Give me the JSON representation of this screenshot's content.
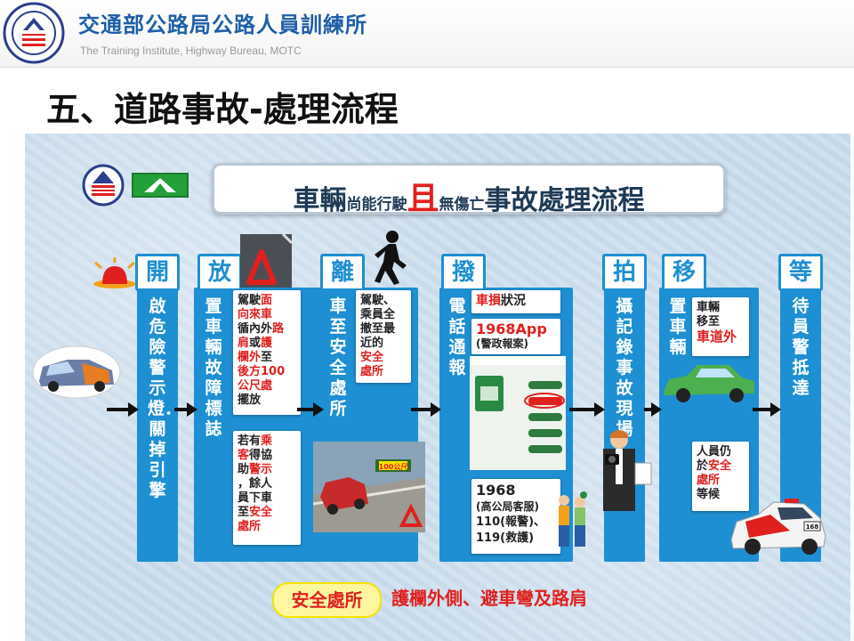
{
  "header": {
    "org_zh": "交通部公路局公路人員訓練所",
    "org_en": "The Training Institute, Highway Bureau,  MOTC"
  },
  "slide_title": "五、道路事故-處理流程",
  "flow_title": {
    "part1": "車輛",
    "part2": "尚能行駛",
    "part3": "且",
    "part4": "無傷亡",
    "part5": "事故處理流程"
  },
  "steps": [
    {
      "head": "開",
      "body": "啟危險警示燈．關掉引擎"
    },
    {
      "head": "放",
      "body": "置車輛故障標誌"
    },
    {
      "head": "離",
      "body": "車至安全處所"
    },
    {
      "head": "撥",
      "body": "電話通報"
    },
    {
      "head": "拍",
      "body": "攝記錄事故現場"
    },
    {
      "head": "移",
      "body": "置車輛"
    },
    {
      "head": "等",
      "body": "待員警抵達"
    }
  ],
  "cards": {
    "place_sign": {
      "l1a": "駕駛",
      "l1b": "面",
      "l2": "向來車",
      "l3a": "循內外",
      "l3b": "路",
      "l4a": "肩",
      "l4b": "或",
      "l4c": "護",
      "l5a": "欄外",
      "l5b": "至",
      "l6": "後方100",
      "l7": "公尺處",
      "l8": "擺放"
    },
    "passengers": {
      "l1a": "若有",
      "l1b": "乘",
      "l2a": "客",
      "l2b": "得協",
      "l3a": "助",
      "l3b": "警示",
      "l4": "，餘人",
      "l5": "員下車",
      "l6a": "至",
      "l6b": "安全",
      "l7": "處所"
    },
    "evacuate": {
      "l1": "駕駛、",
      "l2": "乘員全",
      "l3": "撤至最",
      "l4": "近的",
      "l5": "安全",
      "l6": "處所"
    },
    "call_top": {
      "red": "車損",
      "rest": "狀況"
    },
    "call_app": {
      "l1": "1968App",
      "l2": "(警政報案)"
    },
    "call_numbers": {
      "l1": "1968",
      "l2": "(高公局客服)",
      "l3": "110(報警)、",
      "l4": "119(救護)"
    },
    "move_top": {
      "l1": "車輛",
      "l2": "移至",
      "l3": "車道外"
    },
    "move_bottom": {
      "l1": "人員仍",
      "l2a": "於",
      "l2b": "安全",
      "l3": "處所",
      "l4": "等候"
    }
  },
  "sign_label": "100公尺",
  "police_car_number": "168",
  "footer": {
    "safe_label": "安全處所",
    "safe_desc": "護欄外側、避車彎及路肩"
  },
  "colors": {
    "blue": "#1e8fd2",
    "red": "#e0201e",
    "title_blue": "#1f5fa8",
    "panel": "#c8dced"
  }
}
